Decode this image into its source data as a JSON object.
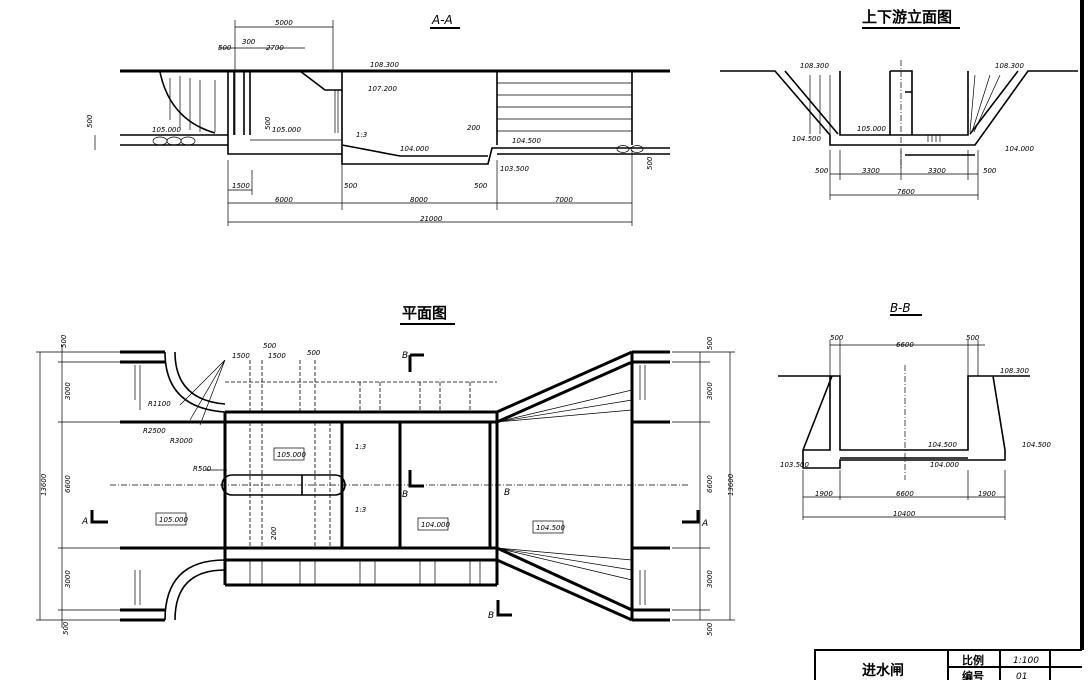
{
  "section_aa": {
    "title": "A-A",
    "dims": {
      "d5000": "5000",
      "d500": "500",
      "d300": "300",
      "d2700": "2700",
      "d1500": "1500",
      "d500b": "500",
      "d500c": "500",
      "d6000": "6000",
      "d8000": "8000",
      "d7000": "7000",
      "d21000": "21000",
      "d500left": "500",
      "d500right": "500",
      "d500gate": "500",
      "d200": "200"
    },
    "elevations": {
      "top": "108.300",
      "weir": "107.200",
      "up": "105.000",
      "gate": "105.000",
      "basin": "104.000",
      "down": "104.500",
      "basin_bottom": "103.500"
    },
    "slope": "1:3"
  },
  "elevation_view": {
    "title": "上下游立面图",
    "dims": {
      "a": "500",
      "b": "3300",
      "c": "3300",
      "d": "500",
      "total": "7600"
    },
    "elevations": {
      "left_top": "108.300",
      "right_top": "108.300",
      "floor": "105.000",
      "left_low": "104.500",
      "right_low": "104.000"
    }
  },
  "section_bb": {
    "title": "B-B",
    "dims": {
      "top_left": "500",
      "top_mid": "6600",
      "top_right": "500",
      "b_left": "1900",
      "b_mid": "6600",
      "b_right": "1900",
      "total": "10400"
    },
    "elevations": {
      "ground": "108.300",
      "floor": "104.500",
      "outer": "104.500",
      "base": "103.500",
      "bottom": "104.000"
    }
  },
  "plan_view": {
    "title": "平面图",
    "radii": {
      "r1": "R1100",
      "r2": "R2500",
      "r3": "R3000",
      "r4": "R500"
    },
    "dims": {
      "d1500a": "1500",
      "d500a": "500",
      "d1500b": "1500",
      "d500b": "500",
      "d200": "200",
      "left": [
        "500",
        "3000",
        "6600",
        "3000",
        "500"
      ],
      "left_total": "13600",
      "right": [
        "500",
        "3000",
        "6600",
        "3000",
        "500"
      ],
      "right_total": "13600"
    },
    "elevations": {
      "gate": "105.000",
      "up": "105.000",
      "basin": "104.000",
      "down": "104.500"
    },
    "slopes": [
      "1:3",
      "1:3"
    ],
    "markers": {
      "a": "A",
      "b": "B"
    }
  },
  "title_block": {
    "name": "进水闸",
    "scale_label": "比例",
    "scale_value": "1:100",
    "number_label": "编号",
    "number_value": "01"
  }
}
